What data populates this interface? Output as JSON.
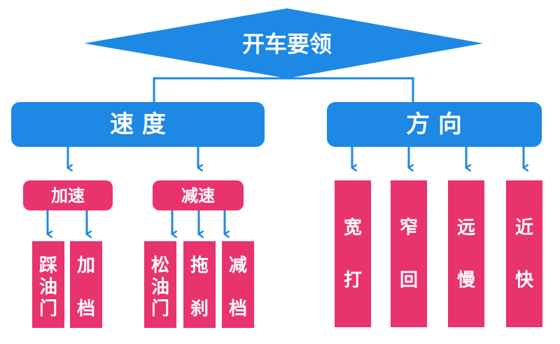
{
  "root": {
    "label": "开车要领"
  },
  "branches": [
    {
      "label": "速 度",
      "groups": [
        {
          "label": "加速",
          "items": [
            [
              "踩",
              "油",
              "门"
            ],
            [
              "加",
              "档"
            ]
          ]
        },
        {
          "label": "减速",
          "items": [
            [
              "松",
              "油",
              "门"
            ],
            [
              "拖",
              "刹"
            ],
            [
              "减",
              "档"
            ]
          ]
        }
      ]
    },
    {
      "label": "方 向",
      "items": [
        [
          "宽",
          "打"
        ],
        [
          "窄",
          "回"
        ],
        [
          "远",
          "慢"
        ],
        [
          "近",
          "快"
        ]
      ]
    }
  ],
  "colors": {
    "root_fill": "#1e88e5",
    "branch_fill": "#1e88e5",
    "group_fill": "#e8336d",
    "leaf_fill": "#e8336d",
    "connector": "#1e88e5",
    "text": "#ffffff"
  }
}
